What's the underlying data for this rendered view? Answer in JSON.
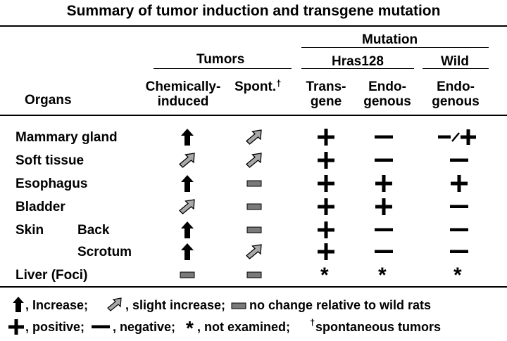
{
  "title": "Summary of tumor induction and transgene mutation",
  "headers": {
    "mutation": "Mutation",
    "tumors": "Tumors",
    "hras128": "Hras128",
    "wild": "Wild",
    "organs": "Organs",
    "chemically_line1": "Chemically-",
    "chemically_line2": "induced",
    "spont": "Spont.",
    "dagger": "†",
    "transgene_line1": "Trans-",
    "transgene_line2": "gene",
    "endogenous_line1": "Endo-",
    "endogenous_line2": "genous",
    "wild_endogenous_line1": "Endo-",
    "wild_endogenous_line2": "genous"
  },
  "rows": [
    {
      "organ": "Mammary gland",
      "sub": "",
      "chemical": "increase",
      "spont": "slight-increase",
      "transgene": "positive",
      "endogenous": "negative",
      "wild": "negative-positive"
    },
    {
      "organ": "Soft tissue",
      "sub": "",
      "chemical": "slight-increase",
      "spont": "slight-increase",
      "transgene": "positive",
      "endogenous": "negative",
      "wild": "negative"
    },
    {
      "organ": "Esophagus",
      "sub": "",
      "chemical": "increase",
      "spont": "no-change",
      "transgene": "positive",
      "endogenous": "positive",
      "wild": "positive"
    },
    {
      "organ": "Bladder",
      "sub": "",
      "chemical": "slight-increase",
      "spont": "no-change",
      "transgene": "positive",
      "endogenous": "positive",
      "wild": "negative"
    },
    {
      "organ": "Skin",
      "sub": "Back",
      "chemical": "increase",
      "spont": "no-change",
      "transgene": "positive",
      "endogenous": "negative",
      "wild": "negative"
    },
    {
      "organ": "",
      "sub": "Scrotum",
      "chemical": "increase",
      "spont": "slight-increase",
      "transgene": "positive",
      "endogenous": "negative",
      "wild": "negative"
    },
    {
      "organ": "Liver (Foci)",
      "sub": "",
      "chemical": "no-change",
      "spont": "no-change",
      "transgene": "not-examined",
      "endogenous": "not-examined",
      "wild": "not-examined"
    }
  ],
  "legend": {
    "increase": ", Increase;",
    "slight_increase": ", slight increase;",
    "no_change": "no change relative to wild rats",
    "positive": ", positive;",
    "negative": ", negative;",
    "not_examined": ", not examined;",
    "dagger": "†",
    "spontaneous": "spontaneous tumors"
  },
  "colors": {
    "black": "#000000",
    "gray_arrow": "#a8a8a8",
    "gray_dash": "#7a7a7a"
  }
}
